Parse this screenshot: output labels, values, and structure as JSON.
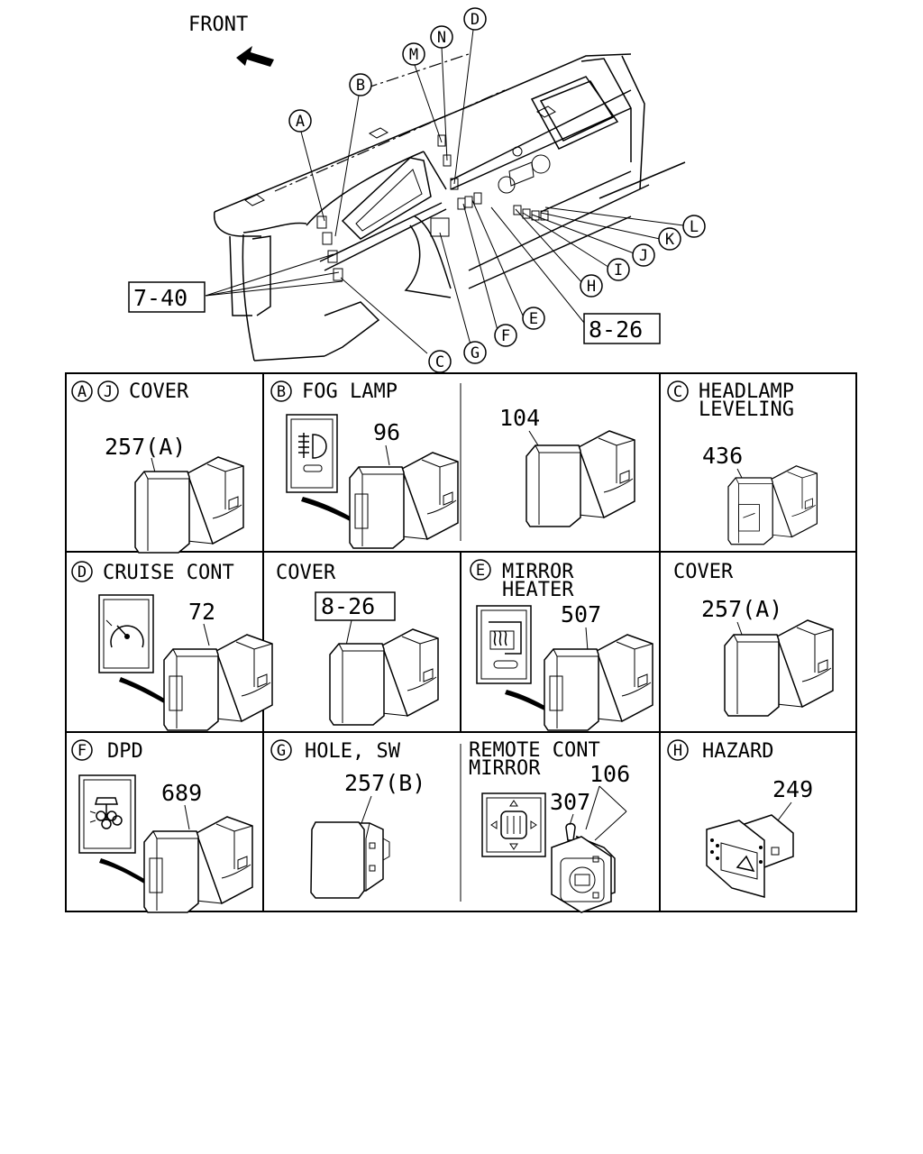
{
  "overview": {
    "front_label": "FRONT",
    "circle_labels": [
      {
        "id": "A",
        "letter": "A"
      },
      {
        "id": "B",
        "letter": "B"
      },
      {
        "id": "M",
        "letter": "M"
      },
      {
        "id": "N",
        "letter": "N"
      },
      {
        "id": "D",
        "letter": "D"
      },
      {
        "id": "L",
        "letter": "L"
      },
      {
        "id": "K",
        "letter": "K"
      },
      {
        "id": "J",
        "letter": "J"
      },
      {
        "id": "I",
        "letter": "I"
      },
      {
        "id": "H",
        "letter": "H"
      },
      {
        "id": "E",
        "letter": "E"
      },
      {
        "id": "F",
        "letter": "F"
      },
      {
        "id": "G",
        "letter": "G"
      },
      {
        "id": "C",
        "letter": "C"
      }
    ],
    "ref_7_40": "7-40",
    "ref_8_26": "8-26"
  },
  "cells": [
    {
      "key": "aj_cover",
      "letters": [
        "A",
        "J"
      ],
      "title": [
        "COVER"
      ],
      "part": "257(A)"
    },
    {
      "key": "b_fog",
      "letters": [
        "B"
      ],
      "title": [
        "FOG LAMP"
      ],
      "part": "96"
    },
    {
      "key": "plain_104",
      "letters": [],
      "title": [],
      "part": "104"
    },
    {
      "key": "c_headlamp",
      "letters": [
        "C"
      ],
      "title": [
        "HEADLAMP",
        "LEVELING"
      ],
      "part": "436"
    },
    {
      "key": "d_cruise",
      "letters": [
        "D"
      ],
      "title": [
        "CRUISE CONT"
      ],
      "part": "72"
    },
    {
      "key": "cover_826",
      "letters": [],
      "title": [
        "COVER"
      ],
      "part": "8-26"
    },
    {
      "key": "e_mirror",
      "letters": [
        "E"
      ],
      "title": [
        "MIRROR",
        "HEATER"
      ],
      "part": "507"
    },
    {
      "key": "cover_257a",
      "letters": [],
      "title": [
        "COVER"
      ],
      "part": "257(A)"
    },
    {
      "key": "f_dpd",
      "letters": [
        "F"
      ],
      "title": [
        "DPD"
      ],
      "part": "689"
    },
    {
      "key": "g_hole",
      "letters": [
        "G"
      ],
      "title": [
        "HOLE, SW"
      ],
      "part": "257(B)"
    },
    {
      "key": "remote_mirror",
      "letters": [],
      "title": [
        "REMOTE CONT",
        "MIRROR"
      ],
      "part": "106",
      "part2": "307"
    },
    {
      "key": "h_hazard",
      "letters": [
        "H"
      ],
      "title": [
        "HAZARD"
      ],
      "part": "249"
    }
  ]
}
